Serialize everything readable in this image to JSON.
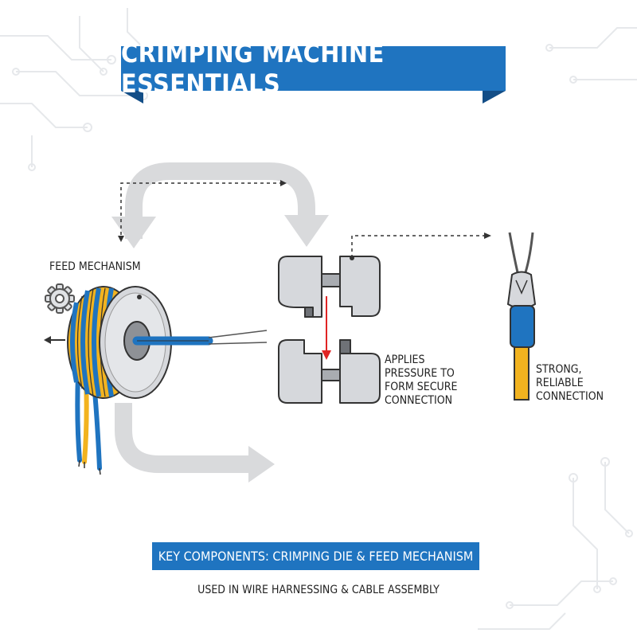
{
  "title": "CRIMPING MACHINE ESSENTIALS",
  "labels": {
    "feed_mechanism": "FEED MECHANISM",
    "applies_pressure": "APPLIES PRESSURE TO FORM SECURE CONNECTION",
    "strong_connection": "STRONG, RELIABLE CONNECTION"
  },
  "key_components": "KEY COMPONENTS: CRIMPING DIE & FEED MECHANISM",
  "usage": "USED IN WIRE HARNESSING & CABLE ASSEMBLY",
  "colors": {
    "brand_blue": "#1f74c0",
    "wire_yellow": "#f2b31f",
    "die_gray": "#d6d8dc",
    "arrow_gray": "#d9dadc",
    "press_red": "#e02424"
  },
  "icons": [
    "gear-icon",
    "wire-spool-icon",
    "crimping-die-icon",
    "crimped-terminal-icon",
    "circuit-pattern-icon"
  ]
}
